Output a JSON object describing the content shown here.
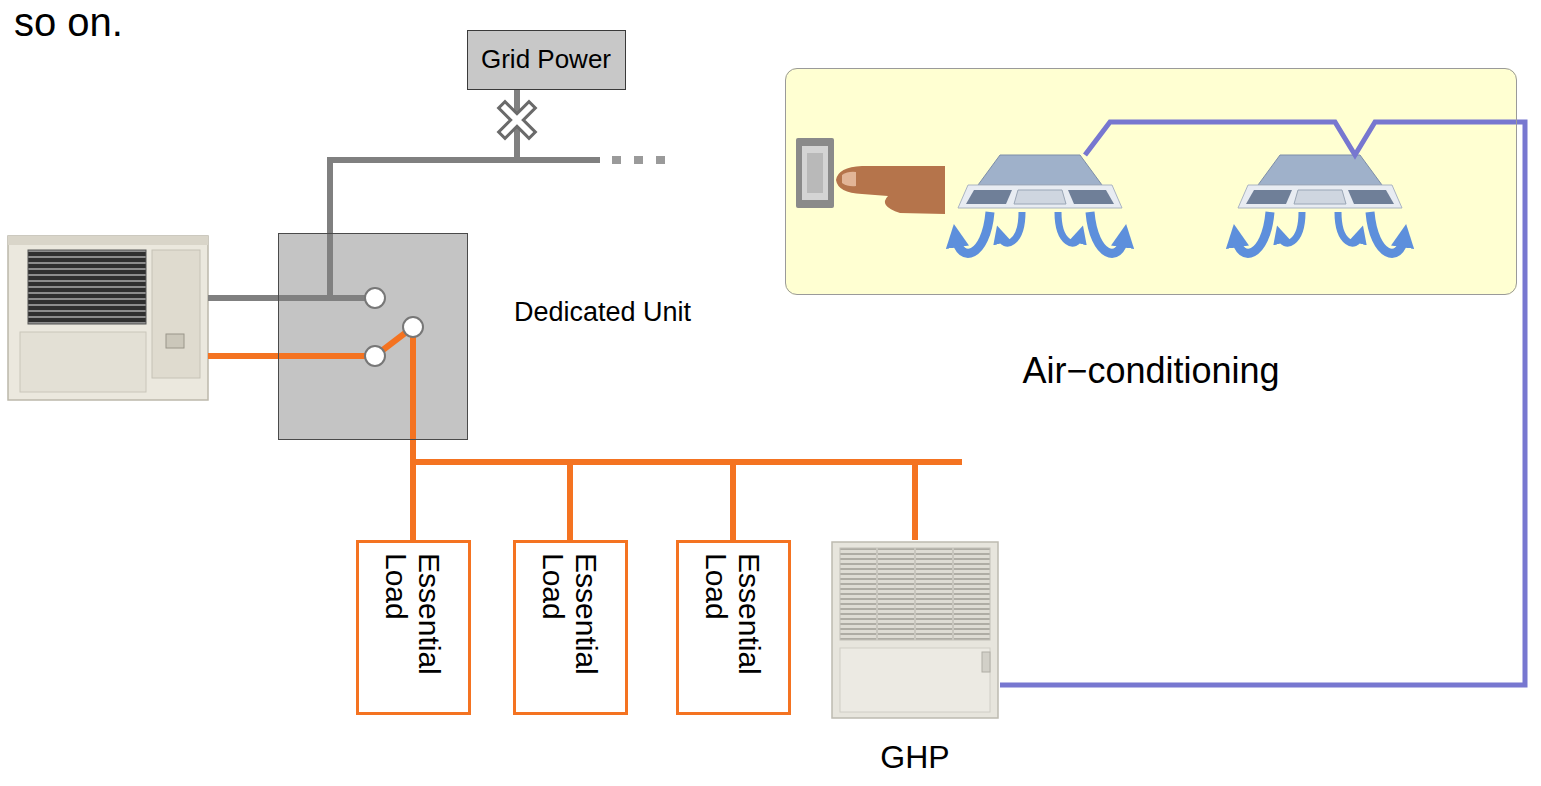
{
  "diagram": {
    "nodes": [
      {
        "text": [
          "Grid Power"
        ]
      },
      {
        "text": [
          "Dedicated Unit"
        ]
      },
      {
        "text": [
          "Essential Load"
        ]
      },
      {
        "text": [
          "Essential Load"
        ]
      },
      {
        "text": [
          "Essential Load"
        ]
      },
      {
        "text": [
          "GHP"
        ]
      },
      {
        "text": [
          "Air−conditioning"
        ]
      }
    ],
    "edges": [
      {
        "from": 0,
        "to": 1,
        "arrow": "none"
      },
      {
        "from": 1,
        "to": 2,
        "arrow": "none"
      },
      {
        "from": 1,
        "to": 3,
        "arrow": "none"
      },
      {
        "from": 1,
        "to": 4,
        "arrow": "none"
      },
      {
        "from": 1,
        "to": 5,
        "arrow": "none"
      },
      {
        "from": 5,
        "to": 6,
        "arrow": "none"
      }
    ],
    "labels": [
      "so on."
    ]
  }
}
